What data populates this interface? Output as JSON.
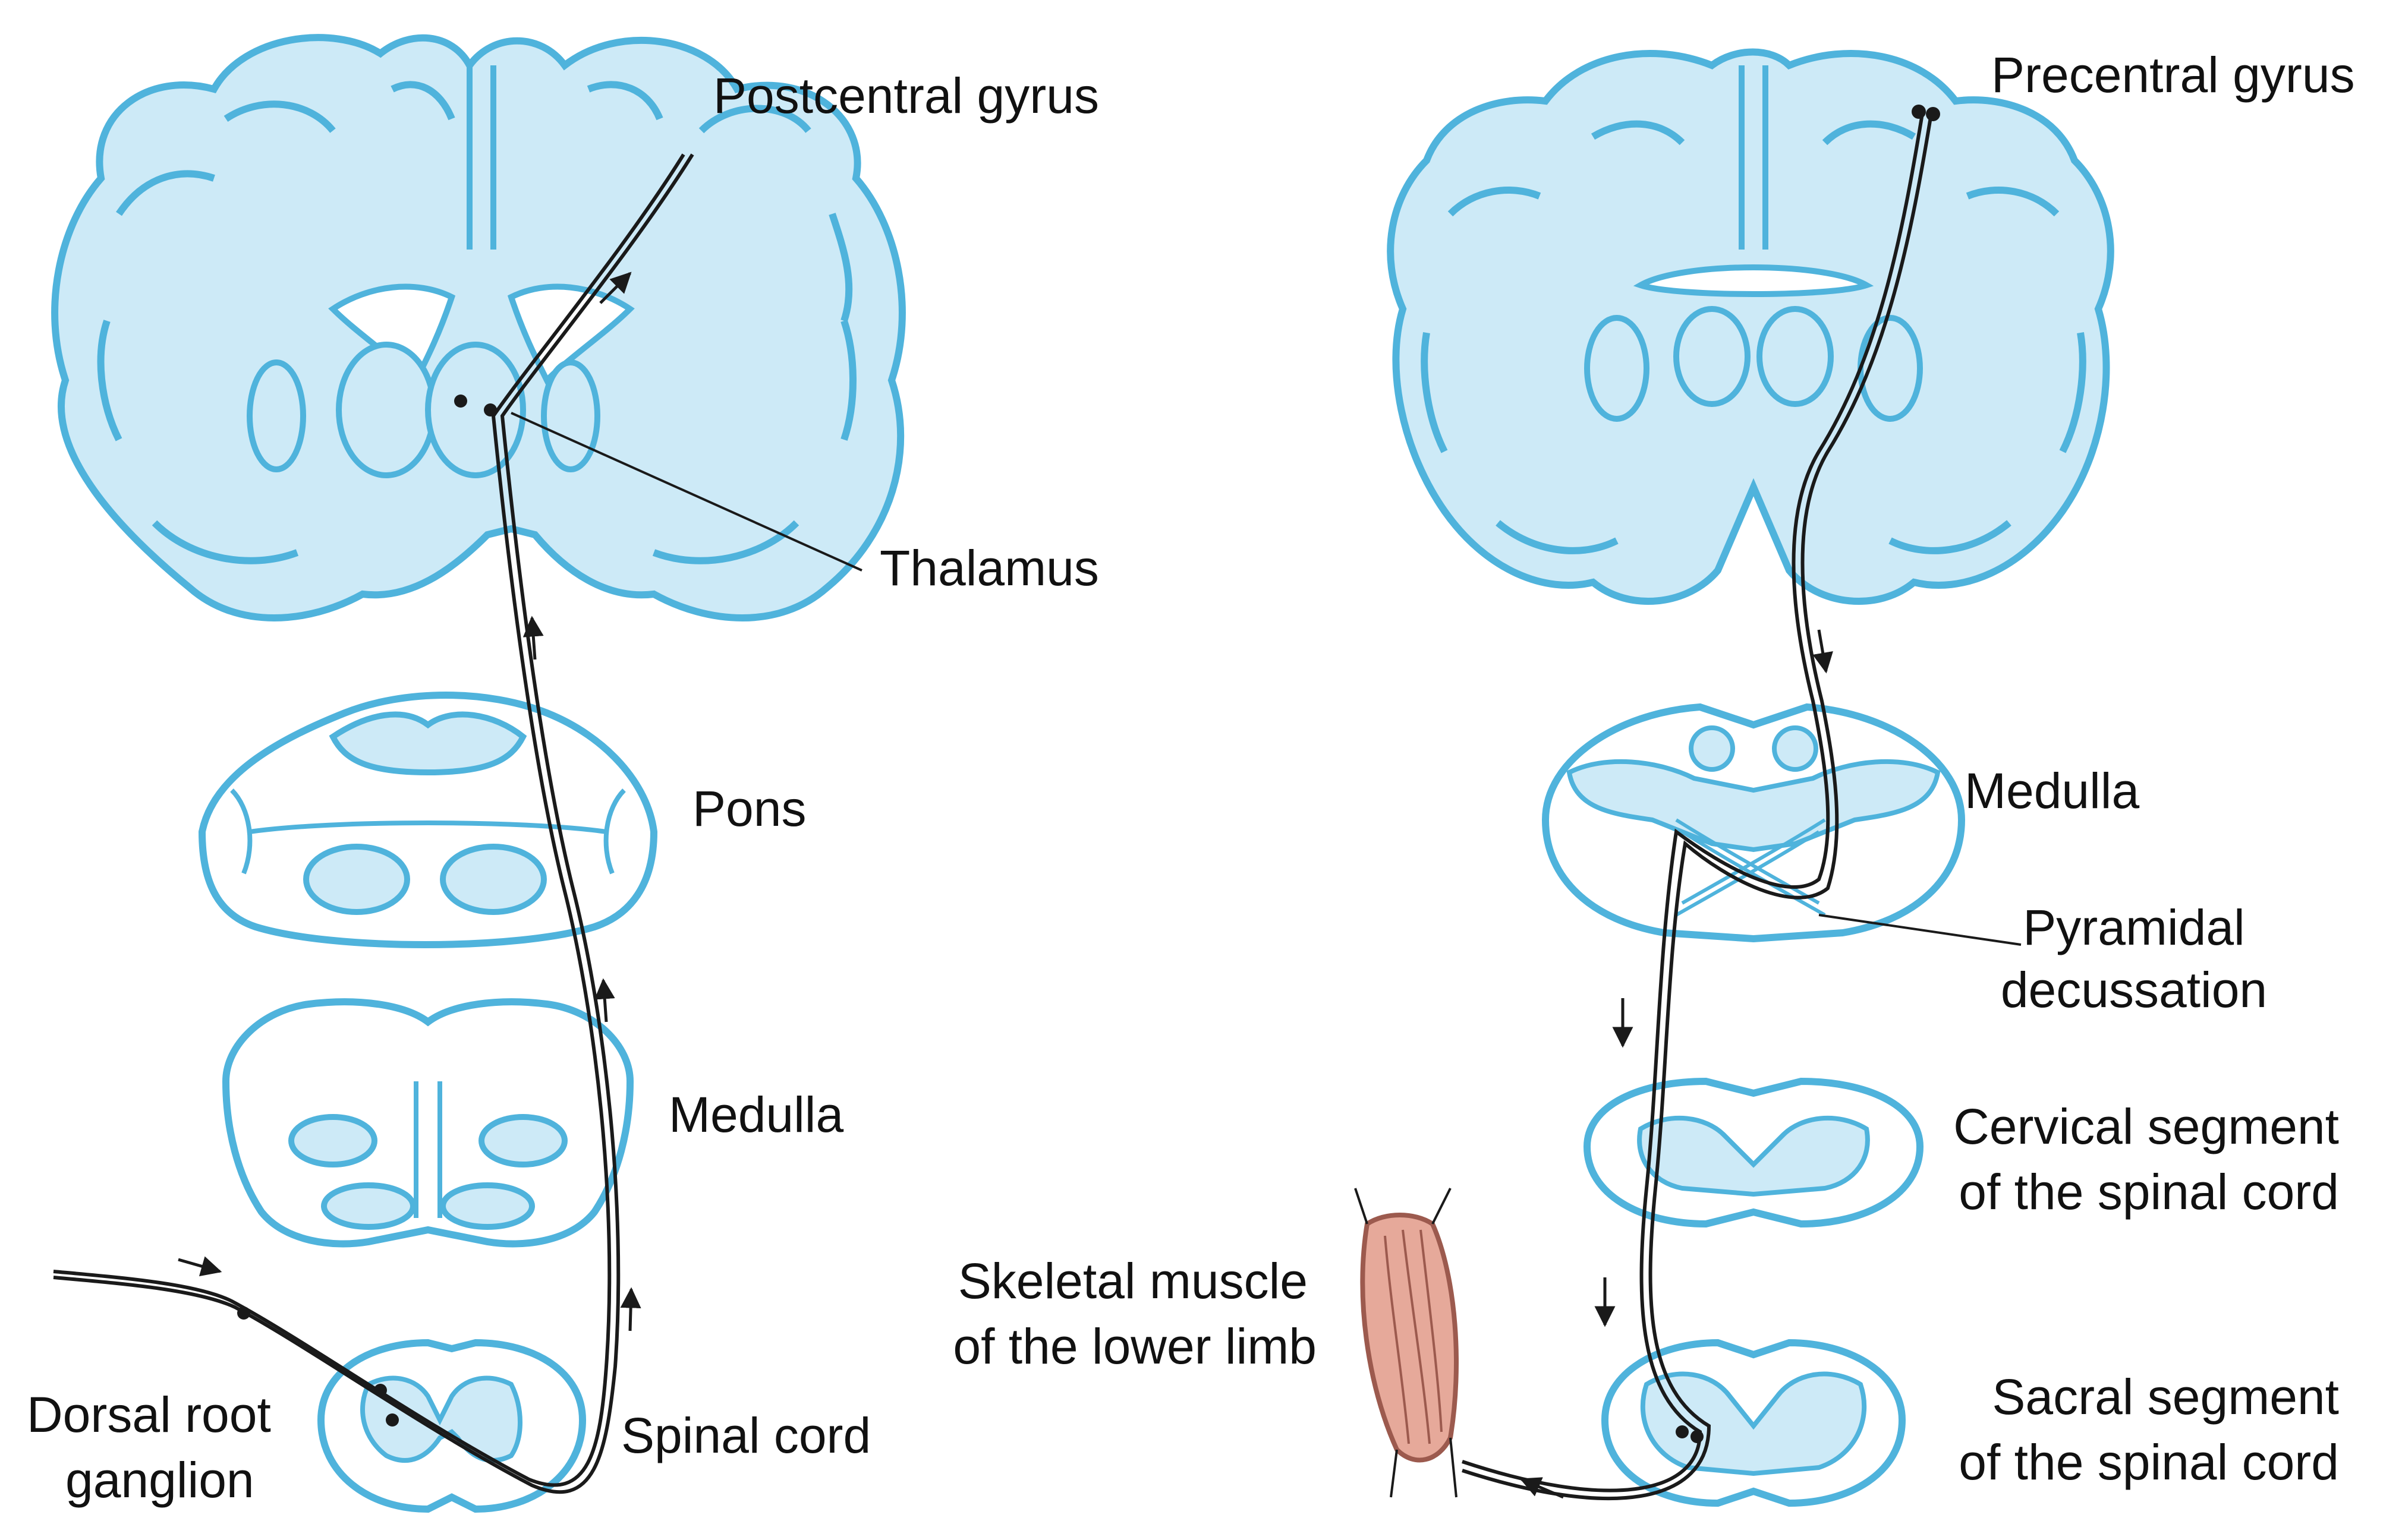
{
  "labels": {
    "postcentral_gyrus": "Postcentral gyrus",
    "thalamus": "Thalamus",
    "pons": "Pons",
    "medulla_left": "Medulla",
    "dorsal_root_ganglion_1": "Dorsal root",
    "dorsal_root_ganglion_2": "ganglion",
    "spinal_cord": "Spinal cord",
    "precentral_gyrus": "Precentral gyrus",
    "medulla_right": "Medulla",
    "pyramidal_decussation_1": "Pyramidal",
    "pyramidal_decussation_2": "decussation",
    "cervical_segment_1": "Cervical segment",
    "cervical_segment_2": "of the spinal cord",
    "skeletal_muscle_1": "Skeletal muscle",
    "skeletal_muscle_2": "of the lower limb",
    "sacral_segment_1": "Sacral segment",
    "sacral_segment_2": "of the spinal cord"
  },
  "colors": {
    "tissue_fill": "#cdeaf7",
    "tissue_stroke": "#4fb3dc",
    "pathway": "#1a1a1a",
    "muscle_fill": "#e6a99a",
    "muscle_stroke": "#9c5a4e",
    "background": "#ffffff"
  }
}
